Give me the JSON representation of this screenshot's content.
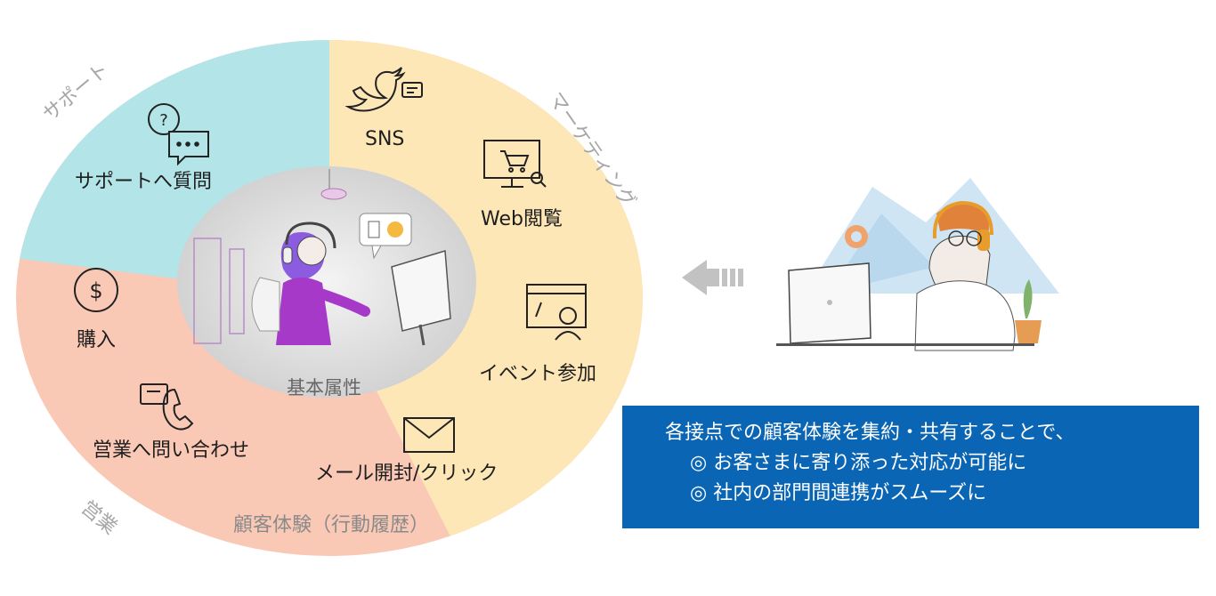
{
  "segments": {
    "support": "サポート",
    "marketing": "マーケティング",
    "sales": "営業"
  },
  "center": {
    "label": "基本属性"
  },
  "outer_label": "顧客体験（行動履歴）",
  "touchpoints": {
    "sns": "SNS",
    "web": "Web閲覧",
    "event": "イベント参加",
    "mail": "メール開封/クリック",
    "support_question": "サポートへ質問",
    "purchase": "購入",
    "sales_inquiry": "営業へ問い合わせ"
  },
  "summary": {
    "line1": "各接点での顧客体験を集約・共有することで、",
    "line2": "◎ お客さまに寄り添った対応が可能に",
    "line3": "◎ 社内の部門間連携がスムーズに"
  },
  "colors": {
    "support": "#b3e4e8",
    "marketing": "#fde7b7",
    "sales": "#f9c9b6",
    "center": "#d4d4d4",
    "summary_bg": "#0a65b4"
  }
}
